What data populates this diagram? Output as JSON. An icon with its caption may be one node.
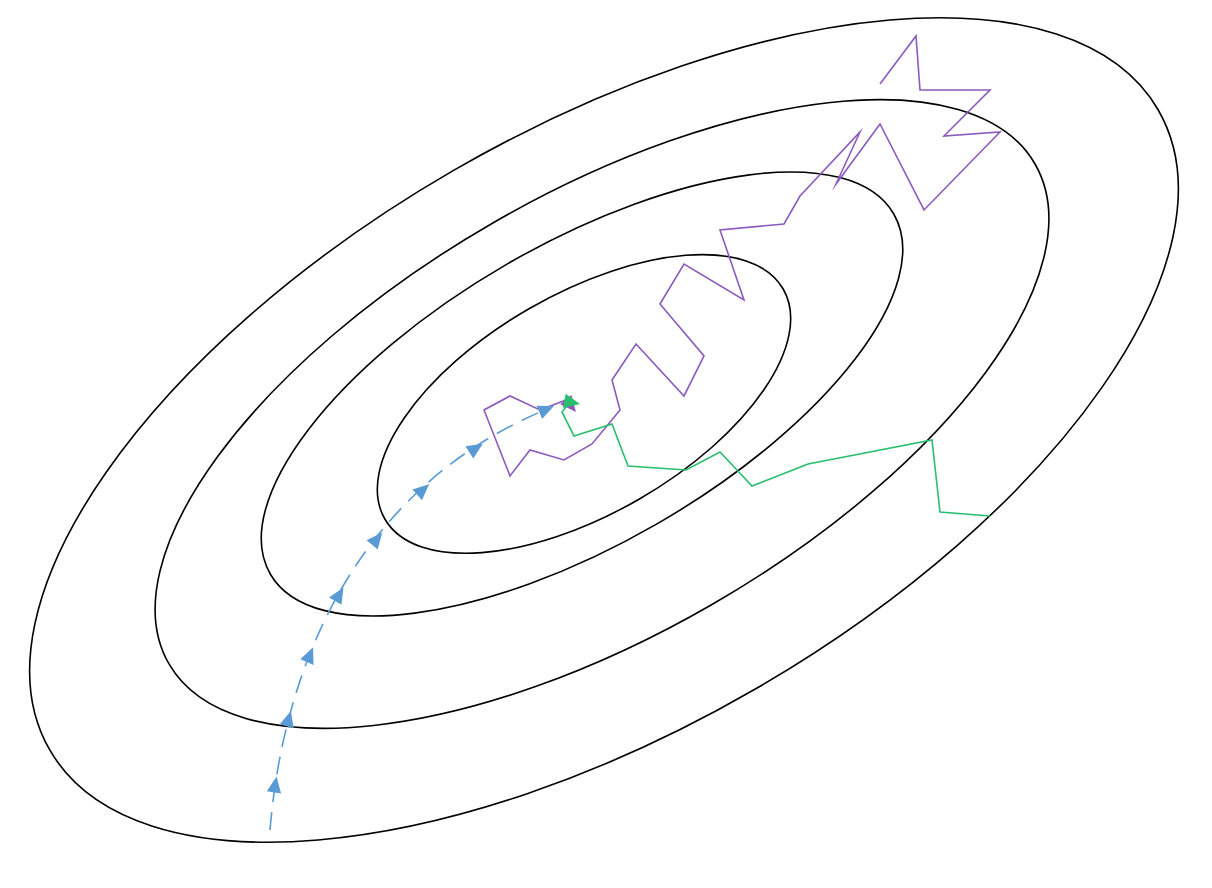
{
  "diagram": {
    "nodes": [
      {
        "text": [],
        "shape": "ellipse"
      },
      {
        "text": [],
        "shape": "ellipse",
        "in": 0
      },
      {
        "text": [],
        "shape": "ellipse",
        "in": 1
      },
      {
        "text": [],
        "shape": "ellipse",
        "in": 2
      }
    ],
    "edges": [
      {
        "from": null,
        "to": 3,
        "arrow": "to",
        "color": "#8c5abe"
      },
      {
        "from": null,
        "to": 3,
        "arrow": "to",
        "color": "#28be6e"
      },
      {
        "from": null,
        "to": 3,
        "arrow": "to",
        "style": "dashed",
        "color": "#5b9bd5"
      }
    ]
  }
}
